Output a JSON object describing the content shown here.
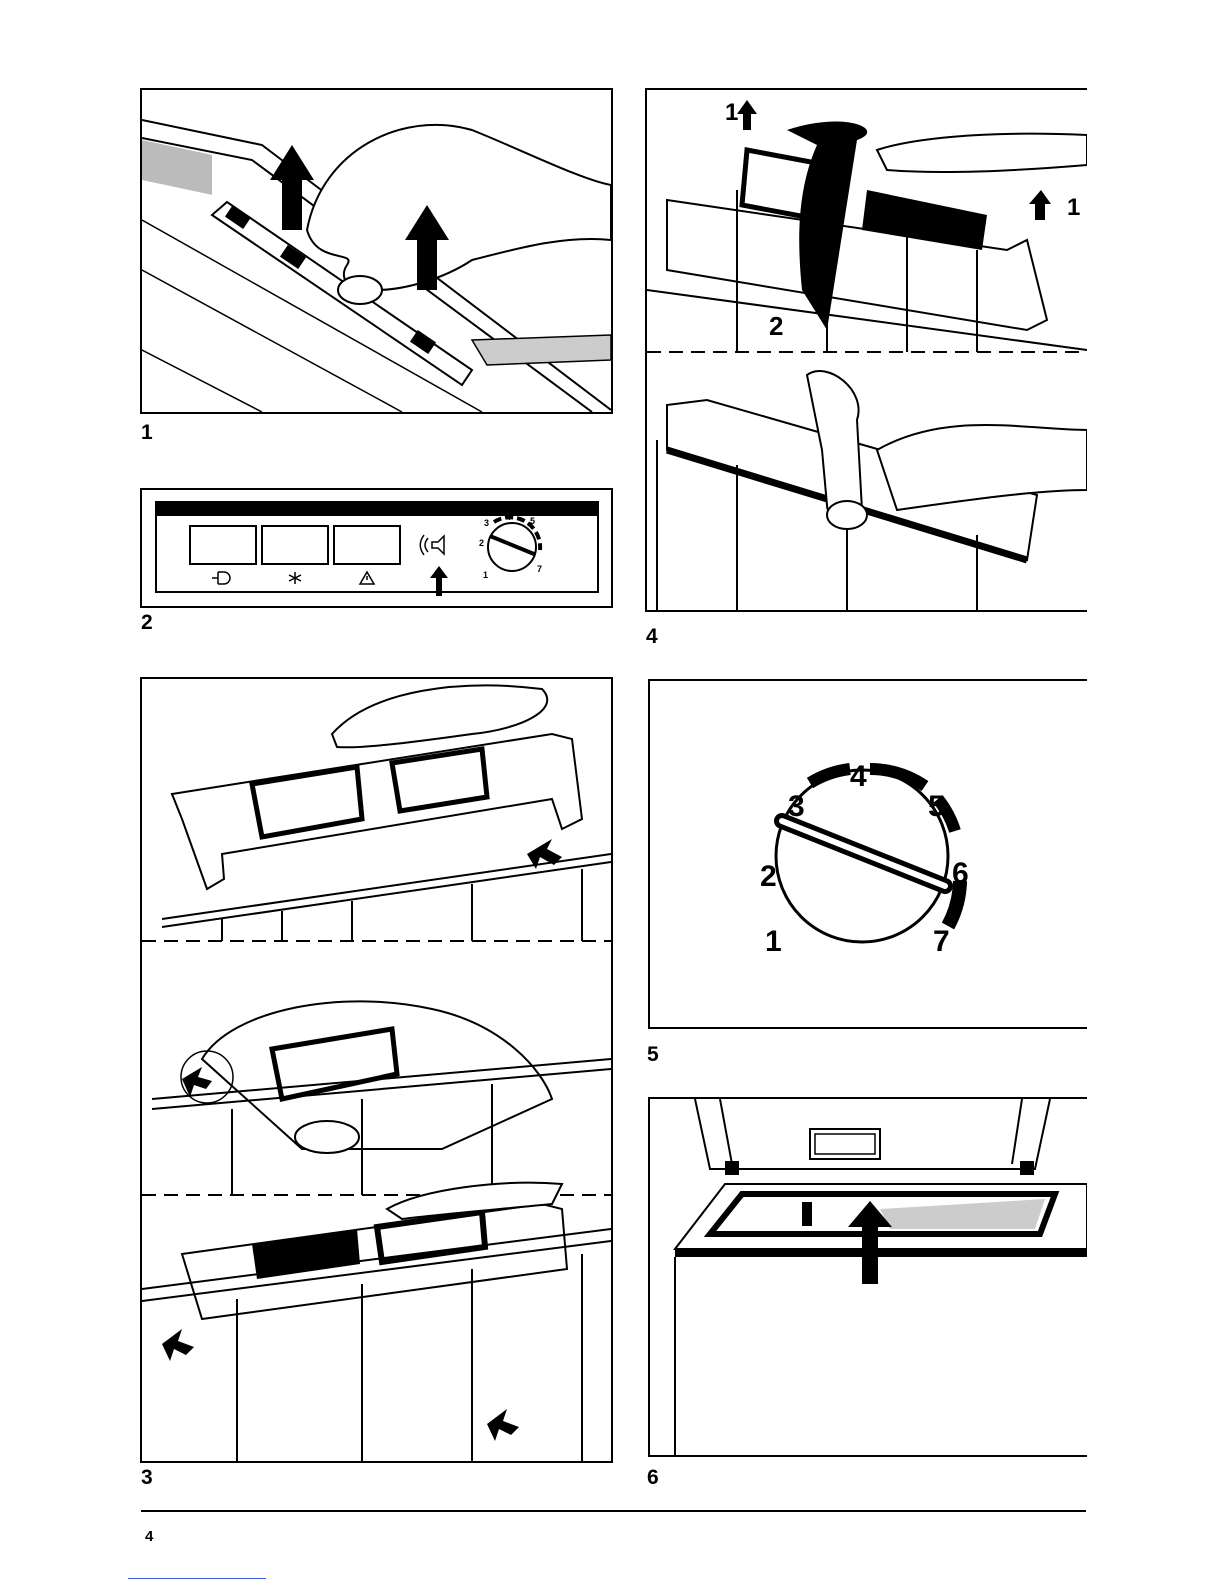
{
  "figures": [
    {
      "label": "1"
    },
    {
      "label": "2"
    },
    {
      "label": "3"
    },
    {
      "label": "4"
    },
    {
      "label": "5"
    },
    {
      "label": "6"
    }
  ],
  "fig4_arrows": {
    "lift": "1",
    "lift_right": "1",
    "rotate": "2"
  },
  "dial": {
    "numbers": [
      "1",
      "2",
      "3",
      "4",
      "5",
      "6",
      "7"
    ]
  },
  "control_panel": {
    "icons": [
      "lamp-icon",
      "snowflake-icon",
      "warning-icon",
      "alarm-speaker-icon"
    ]
  },
  "footer": {
    "page_number": "4"
  }
}
